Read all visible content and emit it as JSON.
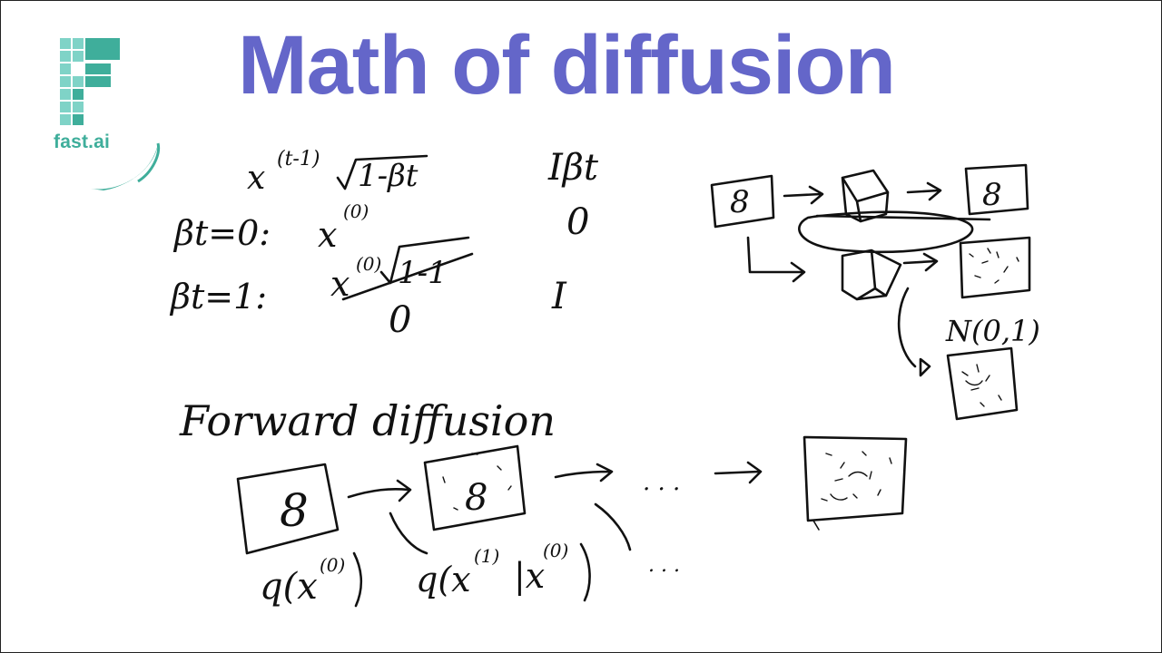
{
  "slide": {
    "title": "Math of diffusion",
    "logo_text": "fast.ai",
    "colors": {
      "title": "#6466c9",
      "logo_teal": "#3fae9b",
      "logo_light": "#7fd3c7",
      "ink": "#111111"
    }
  },
  "whiteboard": {
    "top_header_x": "x",
    "top_header_x_sup": "(t-1)",
    "top_header_sqrt": "1-βt",
    "top_header_var": "Iβt",
    "row_beta0_label": "βt=0:",
    "row_beta0_x": "x",
    "row_beta0_x_sup": "(0)",
    "row_beta0_var": "0",
    "row_beta1_label": "βt=1:",
    "row_beta1_x": "x",
    "row_beta1_x_sup": "(0)",
    "row_beta1_sqrt": "1-1",
    "row_beta1_zero": "0",
    "row_beta1_var": "I",
    "forward_heading": "Forward diffusion",
    "box_digit": "8",
    "q_x0": "q(x",
    "q_x0_sup": "(0)",
    "q_x1": "q(x",
    "q_x1_sup": "(1)",
    "q_x1_cond": "|x",
    "q_x1_cond_sup": "(0)",
    "ellipsis": ". . .",
    "normal_label": "N(0,1)"
  }
}
